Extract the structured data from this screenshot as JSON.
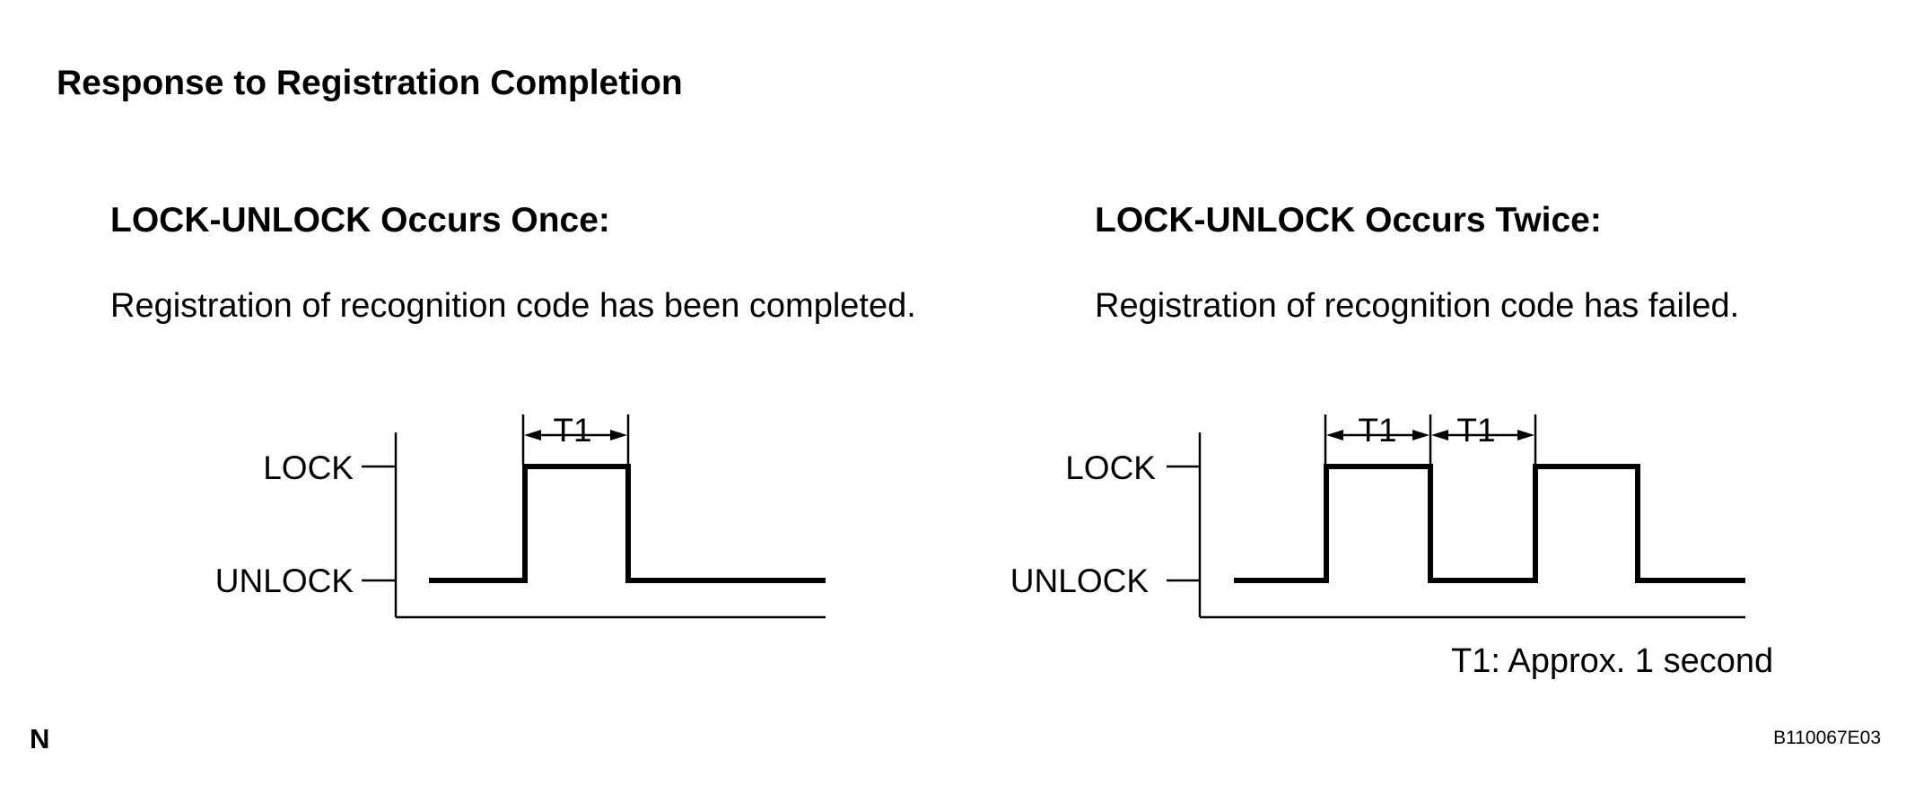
{
  "title": "Response to Registration Completion",
  "panels": [
    {
      "heading": "LOCK-UNLOCK Occurs Once:",
      "description": "Registration of recognition code has been completed.",
      "level_high": "LOCK",
      "level_low": "UNLOCK",
      "pulse_count": 1,
      "interval_label": "T1",
      "interval_labels": [
        "T1"
      ]
    },
    {
      "heading": "LOCK-UNLOCK Occurs Twice:",
      "description": "Registration of recognition code has failed.",
      "level_high": "LOCK",
      "level_low": "UNLOCK",
      "pulse_count": 2,
      "interval_label": "T1",
      "interval_labels": [
        "T1",
        "T1"
      ]
    }
  ],
  "note": "T1: Approx. 1 second",
  "corner_letter": "N",
  "figure_id": "B110067E03"
}
